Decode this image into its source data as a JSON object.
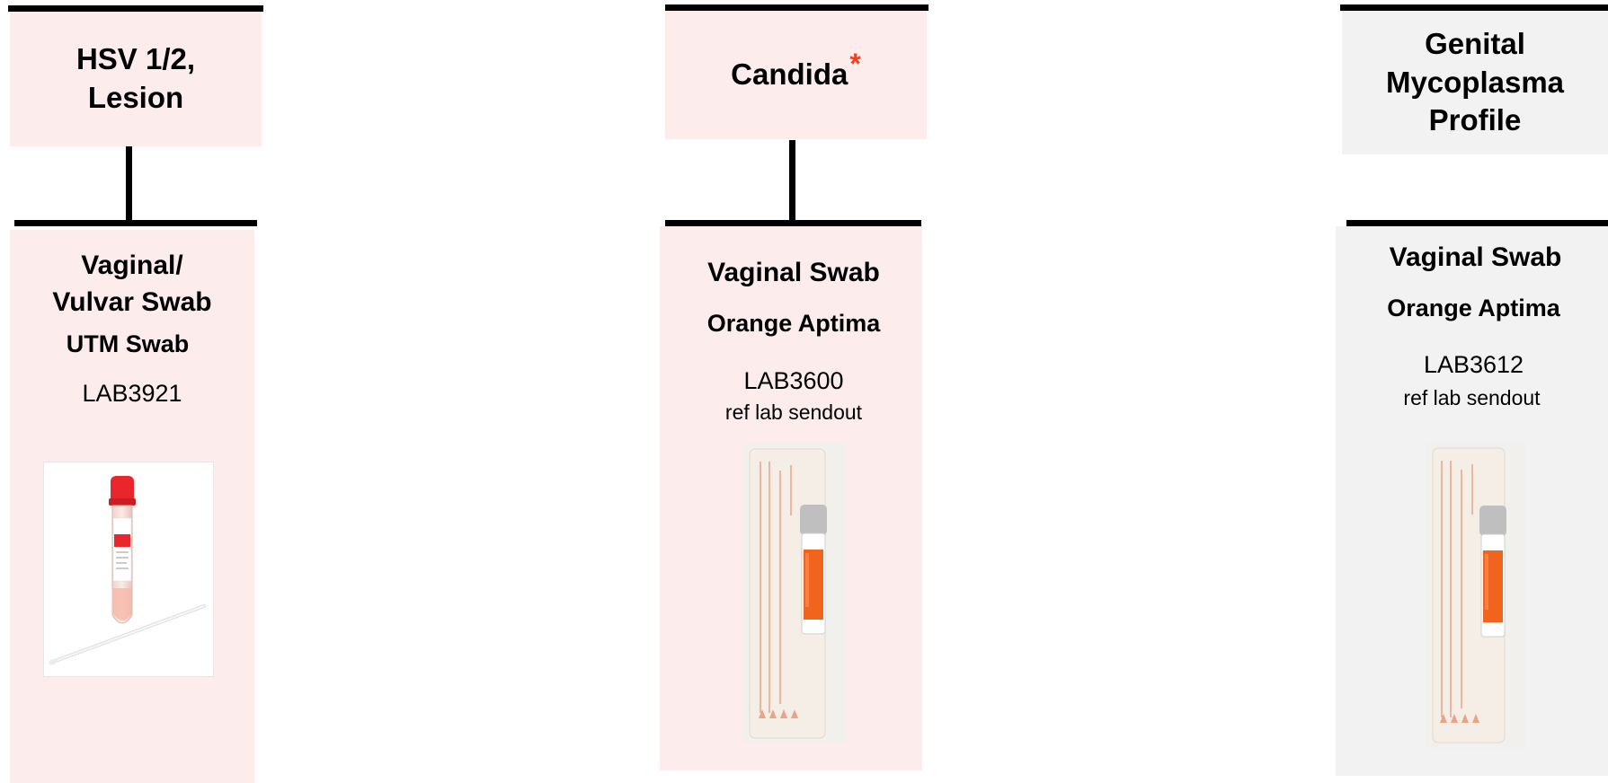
{
  "columns": [
    {
      "title_lines": [
        "HSV 1/2,",
        "Lesion"
      ],
      "specimen_lines": [
        "Vaginal/",
        "Vulvar Swab"
      ],
      "container": "UTM Swab",
      "test_code": "LAB3921",
      "note": ""
    },
    {
      "title": "Candida",
      "title_marker": "*",
      "specimen": "Vaginal Swab",
      "container": "Orange Aptima",
      "test_code": "LAB3600",
      "note": "ref lab sendout"
    },
    {
      "title_lines": [
        "Genital",
        "Mycoplasma",
        "Profile"
      ],
      "specimen": "Vaginal Swab",
      "container": "Orange Aptima",
      "test_code": "LAB3612",
      "note": "ref lab sendout"
    }
  ],
  "colors": {
    "pink_panel": "#fdecec",
    "grey_panel": "#f2f2f2",
    "asterisk": "#ff3b1f",
    "line": "#000000",
    "utm_cap": "#e8262b",
    "aptima_liquid": "#f0641e"
  },
  "icons": [
    "utm-swab-tube-photo",
    "orange-aptima-swab-kit-photo"
  ]
}
